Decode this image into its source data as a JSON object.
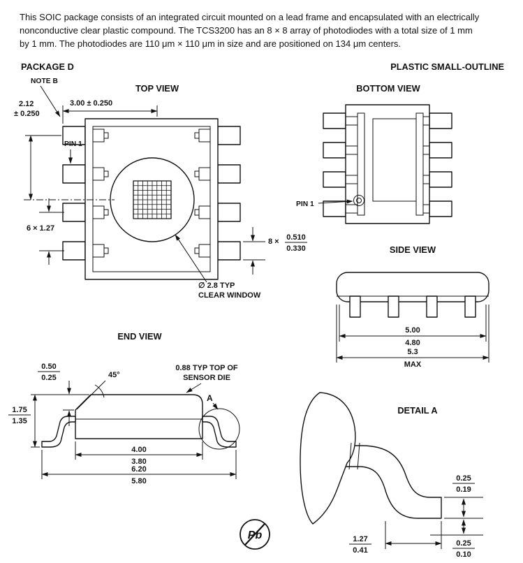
{
  "intro": {
    "line1": "This SOIC package consists of an integrated circuit mounted on a lead frame and encapsulated with an electrically",
    "line2": "nonconductive clear plastic compound. The TCS3200 has an 8 × 8 array of photodiodes with a total size of 1 mm",
    "line3": "by 1 mm. The photodiodes are 110 μm × 110 μm in size and are positioned on 134 μm centers."
  },
  "headers": {
    "package": "PACKAGE D",
    "outline": "PLASTIC SMALL-OUTLINE"
  },
  "top_view": {
    "title": "TOP VIEW",
    "note": "NOTE B",
    "dim_width": "3.00 ± 0.250",
    "dim_height_val": "2.12",
    "dim_height_tol": "± 0.250",
    "pin1": "PIN 1",
    "dim_pitch": "6 × 1.27",
    "lead_count": "8 ×",
    "lead_max": "0.510",
    "lead_min": "0.330",
    "window_dia": "∅ 2.8 TYP",
    "window_label": "CLEAR WINDOW"
  },
  "bottom_view": {
    "title": "BOTTOM VIEW",
    "pin1": "PIN 1"
  },
  "side_view": {
    "title": "SIDE VIEW",
    "body_max": "5.00",
    "body_min": "4.80",
    "overall": "5.3",
    "overall_qual": "MAX"
  },
  "end_view": {
    "title": "END VIEW",
    "chamfer_max": "0.50",
    "chamfer_min": "0.25",
    "angle": "45°",
    "die_note_1": "0.88 TYP TOP OF",
    "die_note_2": "SENSOR DIE",
    "detail_ref": "A",
    "height_max": "1.75",
    "height_min": "1.35",
    "body_max": "4.00",
    "body_min": "3.80",
    "span_max": "6.20",
    "span_min": "5.80"
  },
  "detail_a": {
    "title": "DETAIL A",
    "thick_max": "0.25",
    "thick_min": "0.19",
    "foot_max": "1.27",
    "foot_min": "0.41",
    "standoff_max": "0.25",
    "standoff_min": "0.10"
  },
  "footer": {
    "pb": "Pb"
  }
}
